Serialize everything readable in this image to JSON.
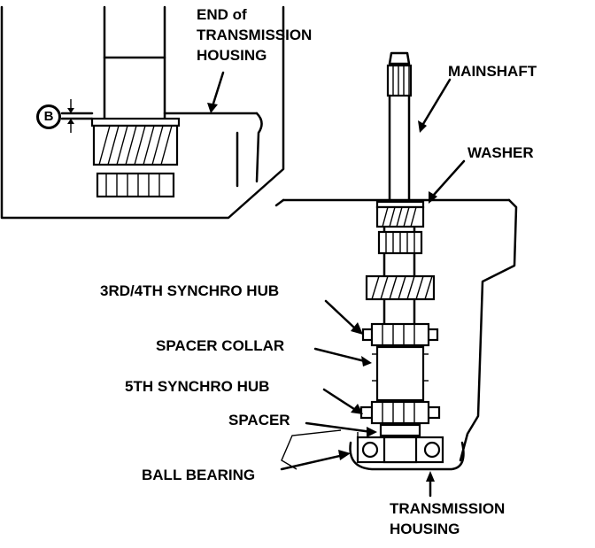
{
  "labels": {
    "end_of_housing": [
      "END of",
      "TRANSMISSION",
      "HOUSING"
    ],
    "b_marker": "B",
    "mainshaft": "MAINSHAFT",
    "washer": "WASHER",
    "synchro_hub_3_4": "3RD/4TH SYNCHRO HUB",
    "spacer_collar": "SPACER COLLAR",
    "synchro_hub_5": "5TH SYNCHRO HUB",
    "spacer": "SPACER",
    "ball_bearing": "BALL BEARING",
    "transmission_housing": [
      "TRANSMISSION",
      "HOUSING"
    ]
  }
}
